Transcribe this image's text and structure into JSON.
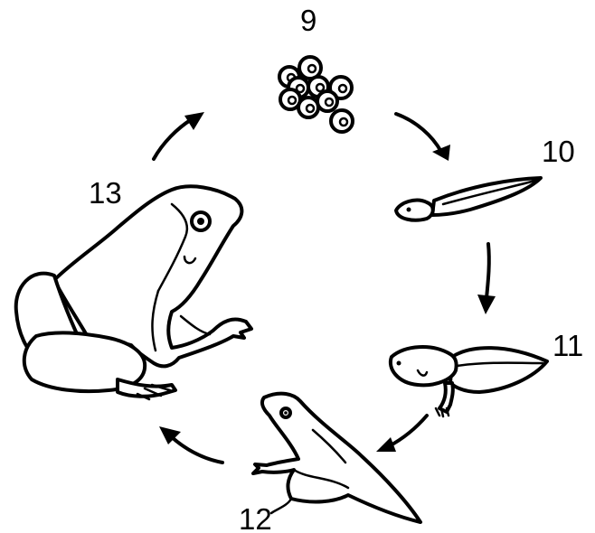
{
  "stages": [
    {
      "id": "eggs",
      "label": "9"
    },
    {
      "id": "tadpole",
      "label": "10"
    },
    {
      "id": "tadpole-with-legs",
      "label": "11"
    },
    {
      "id": "froglet",
      "label": "12"
    },
    {
      "id": "adult-frog",
      "label": "13"
    }
  ],
  "colors": {
    "ink": "#000000",
    "background": "#ffffff"
  }
}
